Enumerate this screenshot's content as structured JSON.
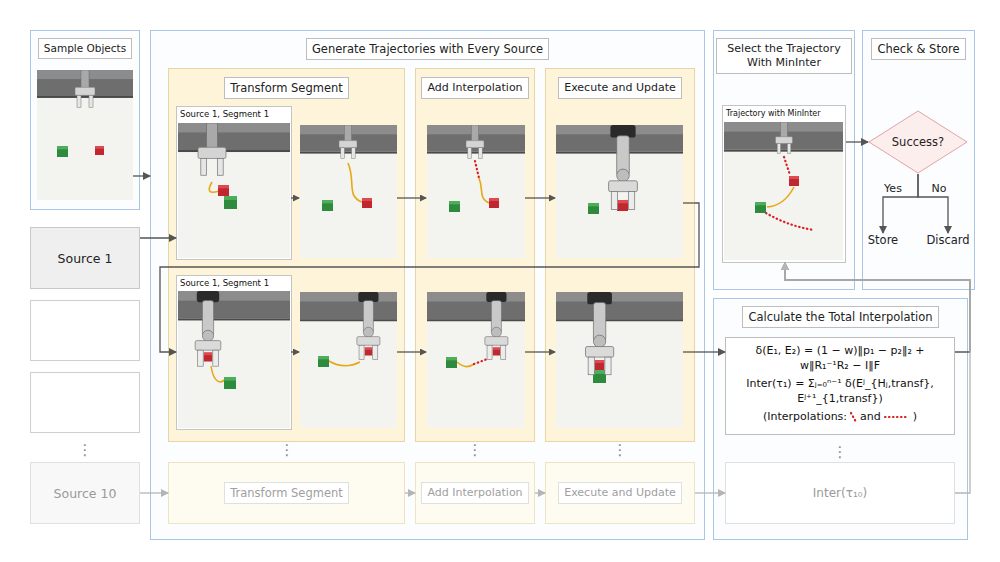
{
  "diagram": {
    "nodes": [
      {
        "text": [
          "Sample Objects"
        ]
      },
      {
        "text": [
          "Source 1"
        ]
      },
      {
        "text": [
          "Source 10"
        ]
      },
      {
        "text": [
          "Generate Trajectories with Every Source"
        ]
      },
      {
        "text": [
          "Transform Segment"
        ],
        "in": 3
      },
      {
        "text": [
          "Source 1, Segment 1"
        ],
        "in": 4
      },
      {
        "text": [
          "Source 1, Segment 1"
        ],
        "in": 4
      },
      {
        "text": [
          "Add Interpolation"
        ],
        "in": 3
      },
      {
        "text": [
          "Execute and Update"
        ],
        "in": 3
      },
      {
        "text": [
          "Transform Segment"
        ],
        "in": 3
      },
      {
        "text": [
          "Add Interpolation"
        ],
        "in": 3
      },
      {
        "text": [
          "Execute and Update"
        ],
        "in": 3
      },
      {
        "text": [
          "Select the Trajectory With MinInter"
        ]
      },
      {
        "text": [
          "Trajectory with MinInter"
        ],
        "in": 12
      },
      {
        "text": [
          "Check & Store"
        ]
      },
      {
        "text": [
          "Success?"
        ],
        "in": 14
      },
      {
        "text": [
          "Store"
        ],
        "in": 14
      },
      {
        "text": [
          "Discard"
        ],
        "in": 14
      },
      {
        "text": [
          "Calculate the Total Interpolation"
        ]
      },
      {
        "text": [
          "δ(E₁, E₂) = (1 − w)‖p₁ − p₂‖₂ + w‖R₁⁻¹R₂ − I‖F",
          "Inter(τ₁) = Σⱼ₌₀ⁿ⁻¹ δ(Eʲ_{Hⱼ,transf}, Eʲ⁺¹_{1,transf})",
          "(Interpolations:",
          "and",
          ")"
        ],
        "in": 18
      },
      {
        "text": [
          "Inter(τ₁₀)"
        ],
        "in": 18
      }
    ],
    "edges": [
      {
        "from": 0,
        "to": 3,
        "arrow": "to"
      },
      {
        "from": 1,
        "to": 5,
        "arrow": "to"
      },
      {
        "from": 8,
        "to": 6,
        "arrow": "to"
      },
      {
        "from": 8,
        "to": 19,
        "arrow": "to"
      },
      {
        "from": 2,
        "to": 9,
        "arrow": "to"
      },
      {
        "from": 9,
        "to": 10,
        "arrow": "to"
      },
      {
        "from": 10,
        "to": 11,
        "arrow": "to"
      },
      {
        "from": 11,
        "to": 20,
        "arrow": "to"
      },
      {
        "from": 19,
        "to": 13,
        "arrow": "to"
      },
      {
        "from": 20,
        "to": 13,
        "arrow": "to"
      },
      {
        "from": 13,
        "to": 15,
        "arrow": "to"
      },
      {
        "from": 15,
        "to": 16,
        "label": "Yes",
        "arrow": "to"
      },
      {
        "from": 15,
        "to": 17,
        "label": "No",
        "arrow": "to"
      }
    ],
    "labels": [
      "⋮",
      "⋮",
      "⋮",
      "⋮",
      "⋮"
    ]
  }
}
